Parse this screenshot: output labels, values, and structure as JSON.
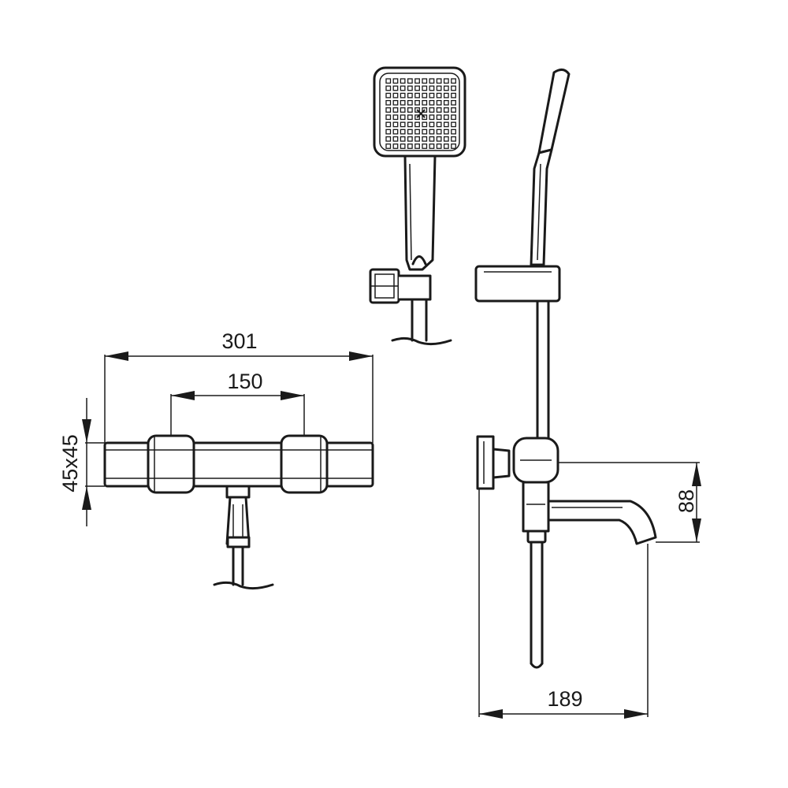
{
  "dimensions": {
    "overall_width": "301",
    "handle_spacing": "150",
    "body_section": "45x45",
    "spout_height": "88",
    "projection": "189"
  },
  "colors": {
    "line": "#1a1a1a",
    "background": "#ffffff"
  }
}
